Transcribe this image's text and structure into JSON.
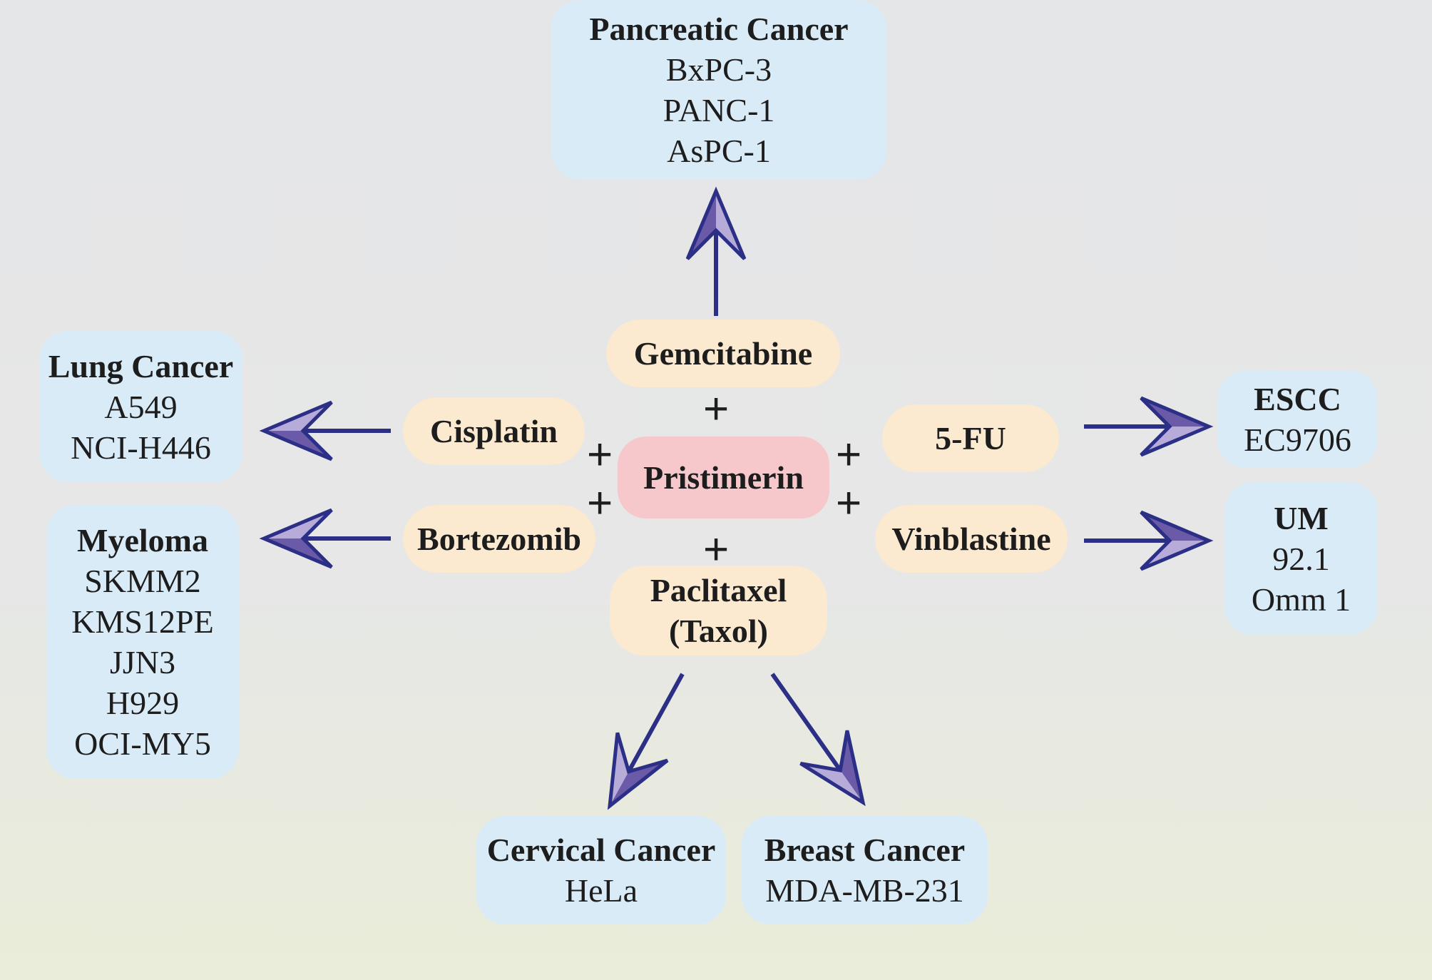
{
  "center": {
    "label": "Pristimerin"
  },
  "drugs": {
    "gemcitabine": "Gemcitabine",
    "cisplatin": "Cisplatin",
    "bortezomib": "Bortezomib",
    "fu": "5-FU",
    "vinblastine": "Vinblastine",
    "paclitaxel": [
      "Paclitaxel",
      "(Taxol)"
    ]
  },
  "plus_symbol": "+",
  "cancers": {
    "pancreatic": {
      "title": "Pancreatic Cancer",
      "lines": [
        "BxPC-3",
        "PANC-1",
        "AsPC-1"
      ]
    },
    "lung": {
      "title": "Lung Cancer",
      "lines": [
        "A549",
        "NCI-H446"
      ]
    },
    "myeloma": {
      "title": "Myeloma",
      "lines": [
        "SKMM2",
        "KMS12PE",
        "JJN3",
        "H929",
        "OCI-MY5"
      ]
    },
    "escc": {
      "title": "ESCC",
      "lines": [
        "EC9706"
      ]
    },
    "um": {
      "title": "UM",
      "lines": [
        "92.1",
        "Omm 1"
      ]
    },
    "cervical": {
      "title": "Cervical Cancer",
      "lines": [
        "HeLa"
      ]
    },
    "breast": {
      "title": "Breast Cancer",
      "lines": [
        "MDA-MB-231"
      ]
    }
  },
  "colors": {
    "arrow_line": "#2b2f86",
    "arrow_head_light": "#b7acd9",
    "arrow_head_dark": "#6a5aa8"
  }
}
